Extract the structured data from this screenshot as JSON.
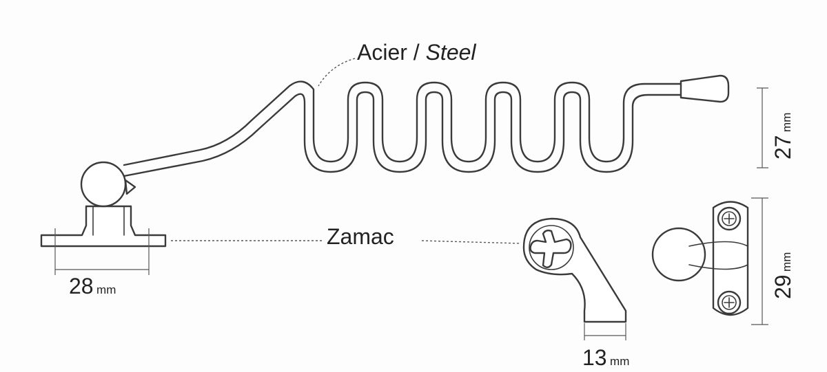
{
  "labels": {
    "material_steel_fr": "Acier",
    "material_sep": "/",
    "material_steel_en": "Steel",
    "material_zamac": "Zamac"
  },
  "dimensions": {
    "base_width": {
      "value": "28",
      "unit": "mm"
    },
    "catch_depth": {
      "value": "13",
      "unit": "mm"
    },
    "arm_height": {
      "value": "27",
      "unit": "mm"
    },
    "catch_height": {
      "value": "29",
      "unit": "mm"
    }
  }
}
